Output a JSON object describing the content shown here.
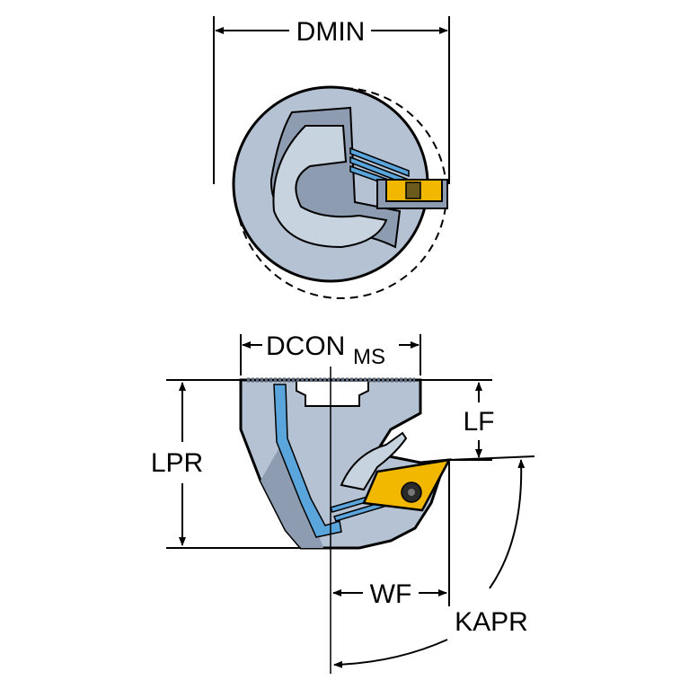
{
  "labels": {
    "dmin": "DMIN",
    "dcon": "DCON",
    "dcon_sub": "MS",
    "lf": "LF",
    "lpr": "LPR",
    "wf": "WF",
    "kapr": "KAPR"
  },
  "colors": {
    "body": "#b4c2d4",
    "body_shadow": "#8d9cb0",
    "insert": "#f2b800",
    "coolant": "#5aa6dc",
    "line": "#000000",
    "background": "#ffffff"
  }
}
